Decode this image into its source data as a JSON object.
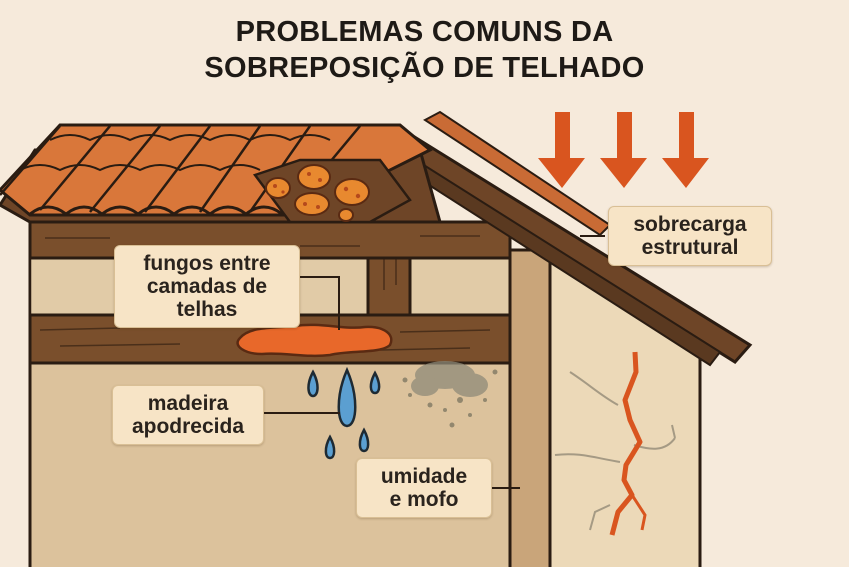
{
  "title": {
    "line1": "PROBLEMAS COMUNS DA",
    "line2": "SOBREPOSIÇÃO DE TELHADO"
  },
  "labels": {
    "fungi": {
      "line1": "fungos entre",
      "line2": "camadas de telhas"
    },
    "rot": {
      "line1": "madeira",
      "line2": "apodrecida"
    },
    "moisture": {
      "line1": "umidade",
      "line2": "e mofo"
    },
    "overload": {
      "line1": "sobrecarga",
      "line2": "estrutural"
    }
  },
  "icons": {
    "load_arrows": {
      "name": "down-arrow-icon",
      "count": 3,
      "color": "#d9551f"
    },
    "water_drops": {
      "name": "water-drop-icon",
      "count": 5,
      "color": "#5b9fd1"
    },
    "fungus_spots": {
      "name": "fungus-icon",
      "count": 5,
      "color": "#e8892f"
    },
    "wall_crack": {
      "name": "crack-icon",
      "color": "#d9551f"
    },
    "mold_stain": {
      "name": "mold-icon",
      "color": "#8f8a78"
    }
  },
  "colors": {
    "background": "#f6eadb",
    "tile": "#d9773a",
    "tile_dark": "#b85e28",
    "wood": "#7a4f2c",
    "wood_dark": "#5a3920",
    "wall": "#dcc29c",
    "wall_light": "#ecd9b8",
    "outline": "#2a1c12"
  }
}
